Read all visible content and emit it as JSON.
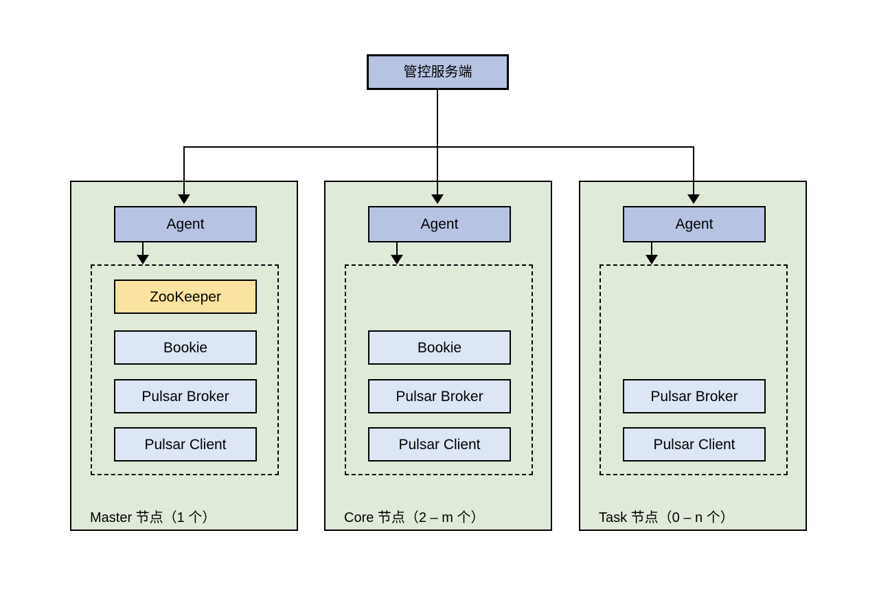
{
  "diagram": {
    "root": {
      "label": "管控服务端"
    },
    "columns": [
      {
        "id": "master",
        "agent_label": "Agent",
        "services": [
          {
            "label": "ZooKeeper"
          },
          {
            "label": "Bookie"
          },
          {
            "label": "Pulsar Broker"
          },
          {
            "label": "Pulsar Client"
          }
        ],
        "caption": "Master 节点（1 个）"
      },
      {
        "id": "core",
        "agent_label": "Agent",
        "services": [
          {
            "label": "Bookie"
          },
          {
            "label": "Pulsar Broker"
          },
          {
            "label": "Pulsar Client"
          }
        ],
        "caption": "Core 节点（2 – m 个）"
      },
      {
        "id": "task",
        "agent_label": "Agent",
        "services": [
          {
            "label": "Pulsar Broker"
          },
          {
            "label": "Pulsar Client"
          }
        ],
        "caption": "Task 节点（0 – n 个）"
      }
    ],
    "colors": {
      "node_background": "#dfead9",
      "agent_fill": "#b7c3e3",
      "root_fill": "#b7c3e3",
      "zookeeper_fill": "#fae3a0",
      "service_fill": "#dce6f4",
      "border": "#000000",
      "page_background": "#ffffff"
    }
  }
}
